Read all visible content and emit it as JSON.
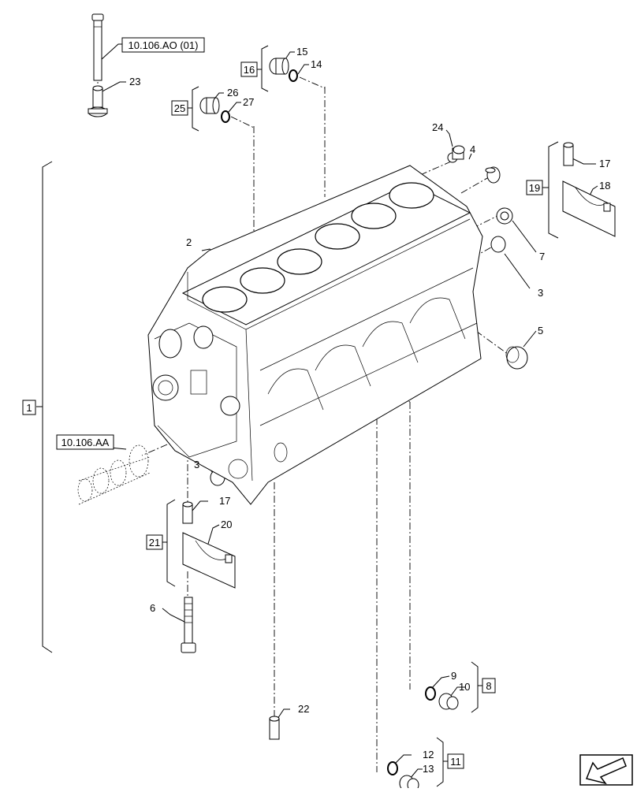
{
  "references": {
    "top_ref": "10.106.AO (01)",
    "left_ref": "10.106.AA"
  },
  "groups": {
    "g1": "1",
    "g8": "8",
    "g11": "11",
    "g16": "16",
    "g19": "19",
    "g21": "21",
    "g25": "25"
  },
  "callouts": {
    "c2": "2",
    "c3a": "3",
    "c3b": "3",
    "c4": "4",
    "c5": "5",
    "c6": "6",
    "c7": "7",
    "c9": "9",
    "c10": "10",
    "c12": "12",
    "c13": "13",
    "c14": "14",
    "c15": "15",
    "c17a": "17",
    "c17b": "17",
    "c18": "18",
    "c20": "20",
    "c22": "22",
    "c23": "23",
    "c24": "24",
    "c26": "26",
    "c27": "27"
  },
  "icons": {
    "nav": "navigation-arrow-icon"
  }
}
